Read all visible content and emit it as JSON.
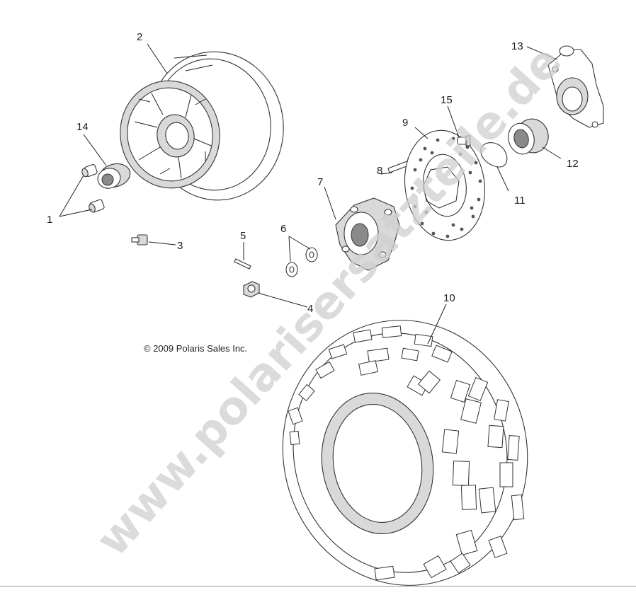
{
  "copyright": "© 2009 Polaris Sales Inc.",
  "watermark": "www.polarisersatzteile.de",
  "callouts": [
    "1",
    "2",
    "3",
    "4",
    "5",
    "6",
    "7",
    "8",
    "9",
    "10",
    "11",
    "12",
    "13",
    "14",
    "15"
  ]
}
